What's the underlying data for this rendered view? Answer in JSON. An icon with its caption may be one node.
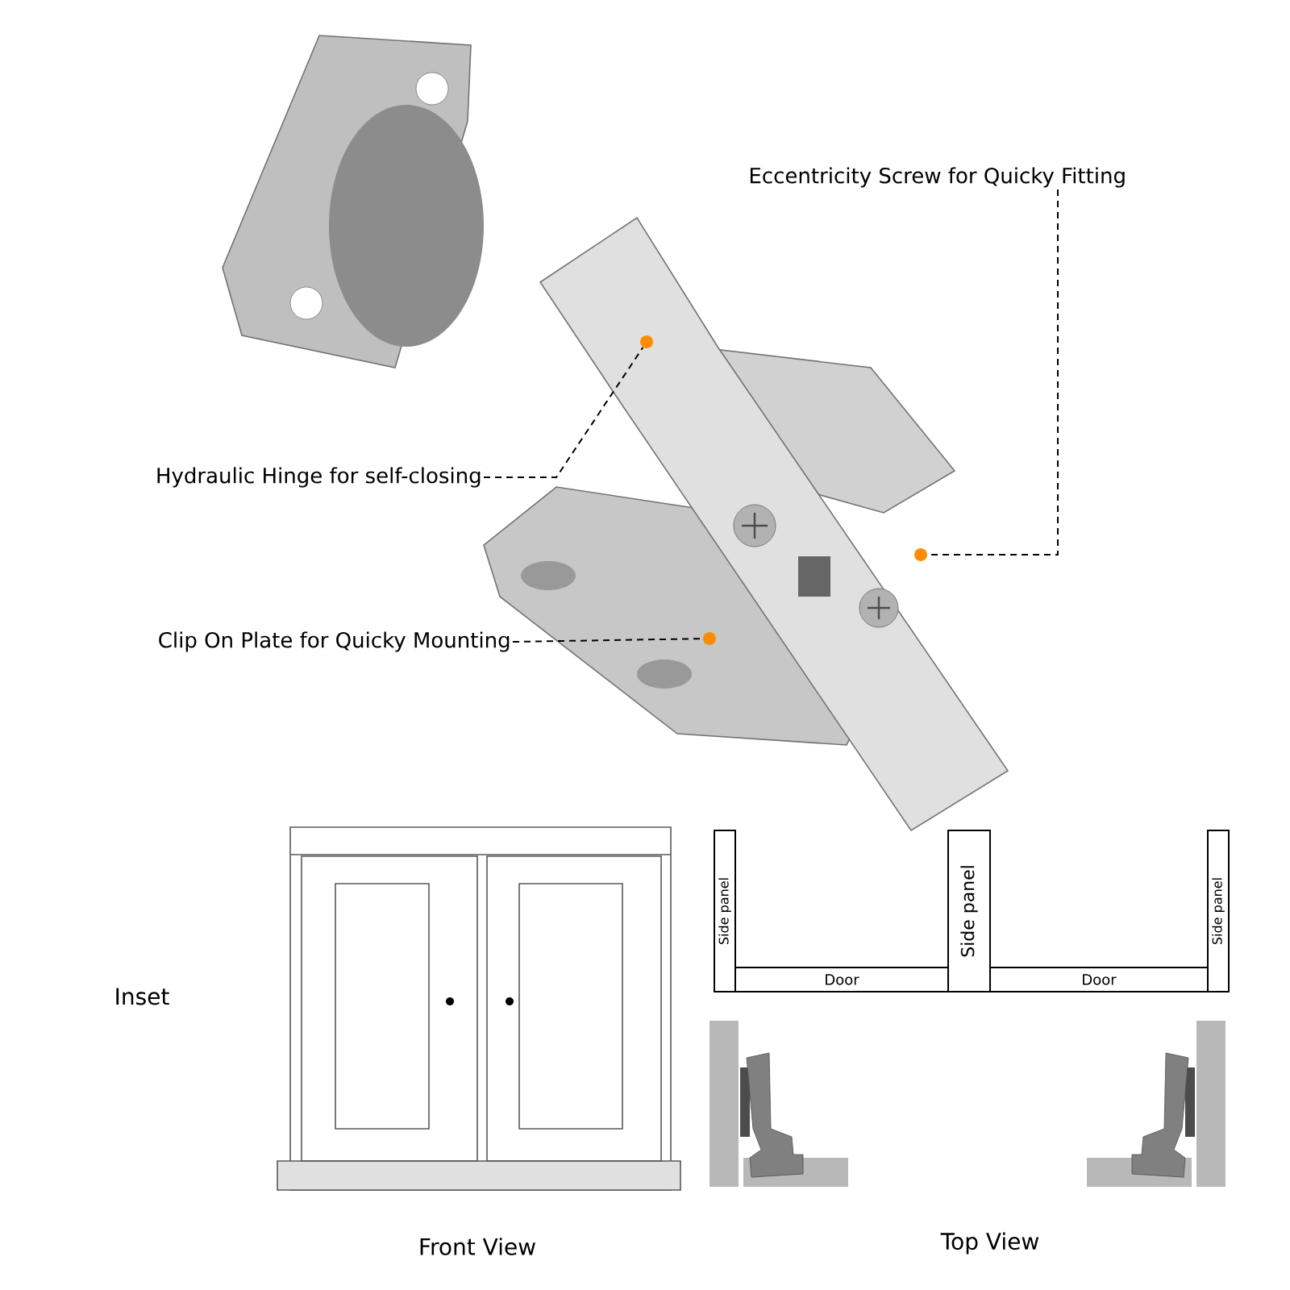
{
  "diagram": {
    "nodes": [
      {
        "text": [
          "Eccentricity Screw for Quicky Fitting"
        ]
      },
      {
        "text": [
          "Hydraulic Hinge for self-closing"
        ]
      },
      {
        "text": [
          "Clip On Plate for Quicky Mounting"
        ]
      },
      {
        "text": [],
        "shape": "circle"
      },
      {
        "text": [],
        "shape": "circle"
      },
      {
        "text": [],
        "shape": "circle"
      },
      {
        "text": [
          "Side panel"
        ]
      },
      {
        "text": [
          "Side panel"
        ]
      },
      {
        "text": [
          "Side panel"
        ]
      },
      {
        "text": [
          "Door"
        ]
      },
      {
        "text": [
          "Door"
        ]
      }
    ],
    "edges": [
      {
        "from": 0,
        "to": 3,
        "arrow": "none"
      },
      {
        "from": 1,
        "to": 4,
        "arrow": "none"
      },
      {
        "from": 2,
        "to": 5,
        "arrow": "none"
      }
    ],
    "labels": [
      "Inset",
      "Front View",
      "Top View"
    ]
  }
}
